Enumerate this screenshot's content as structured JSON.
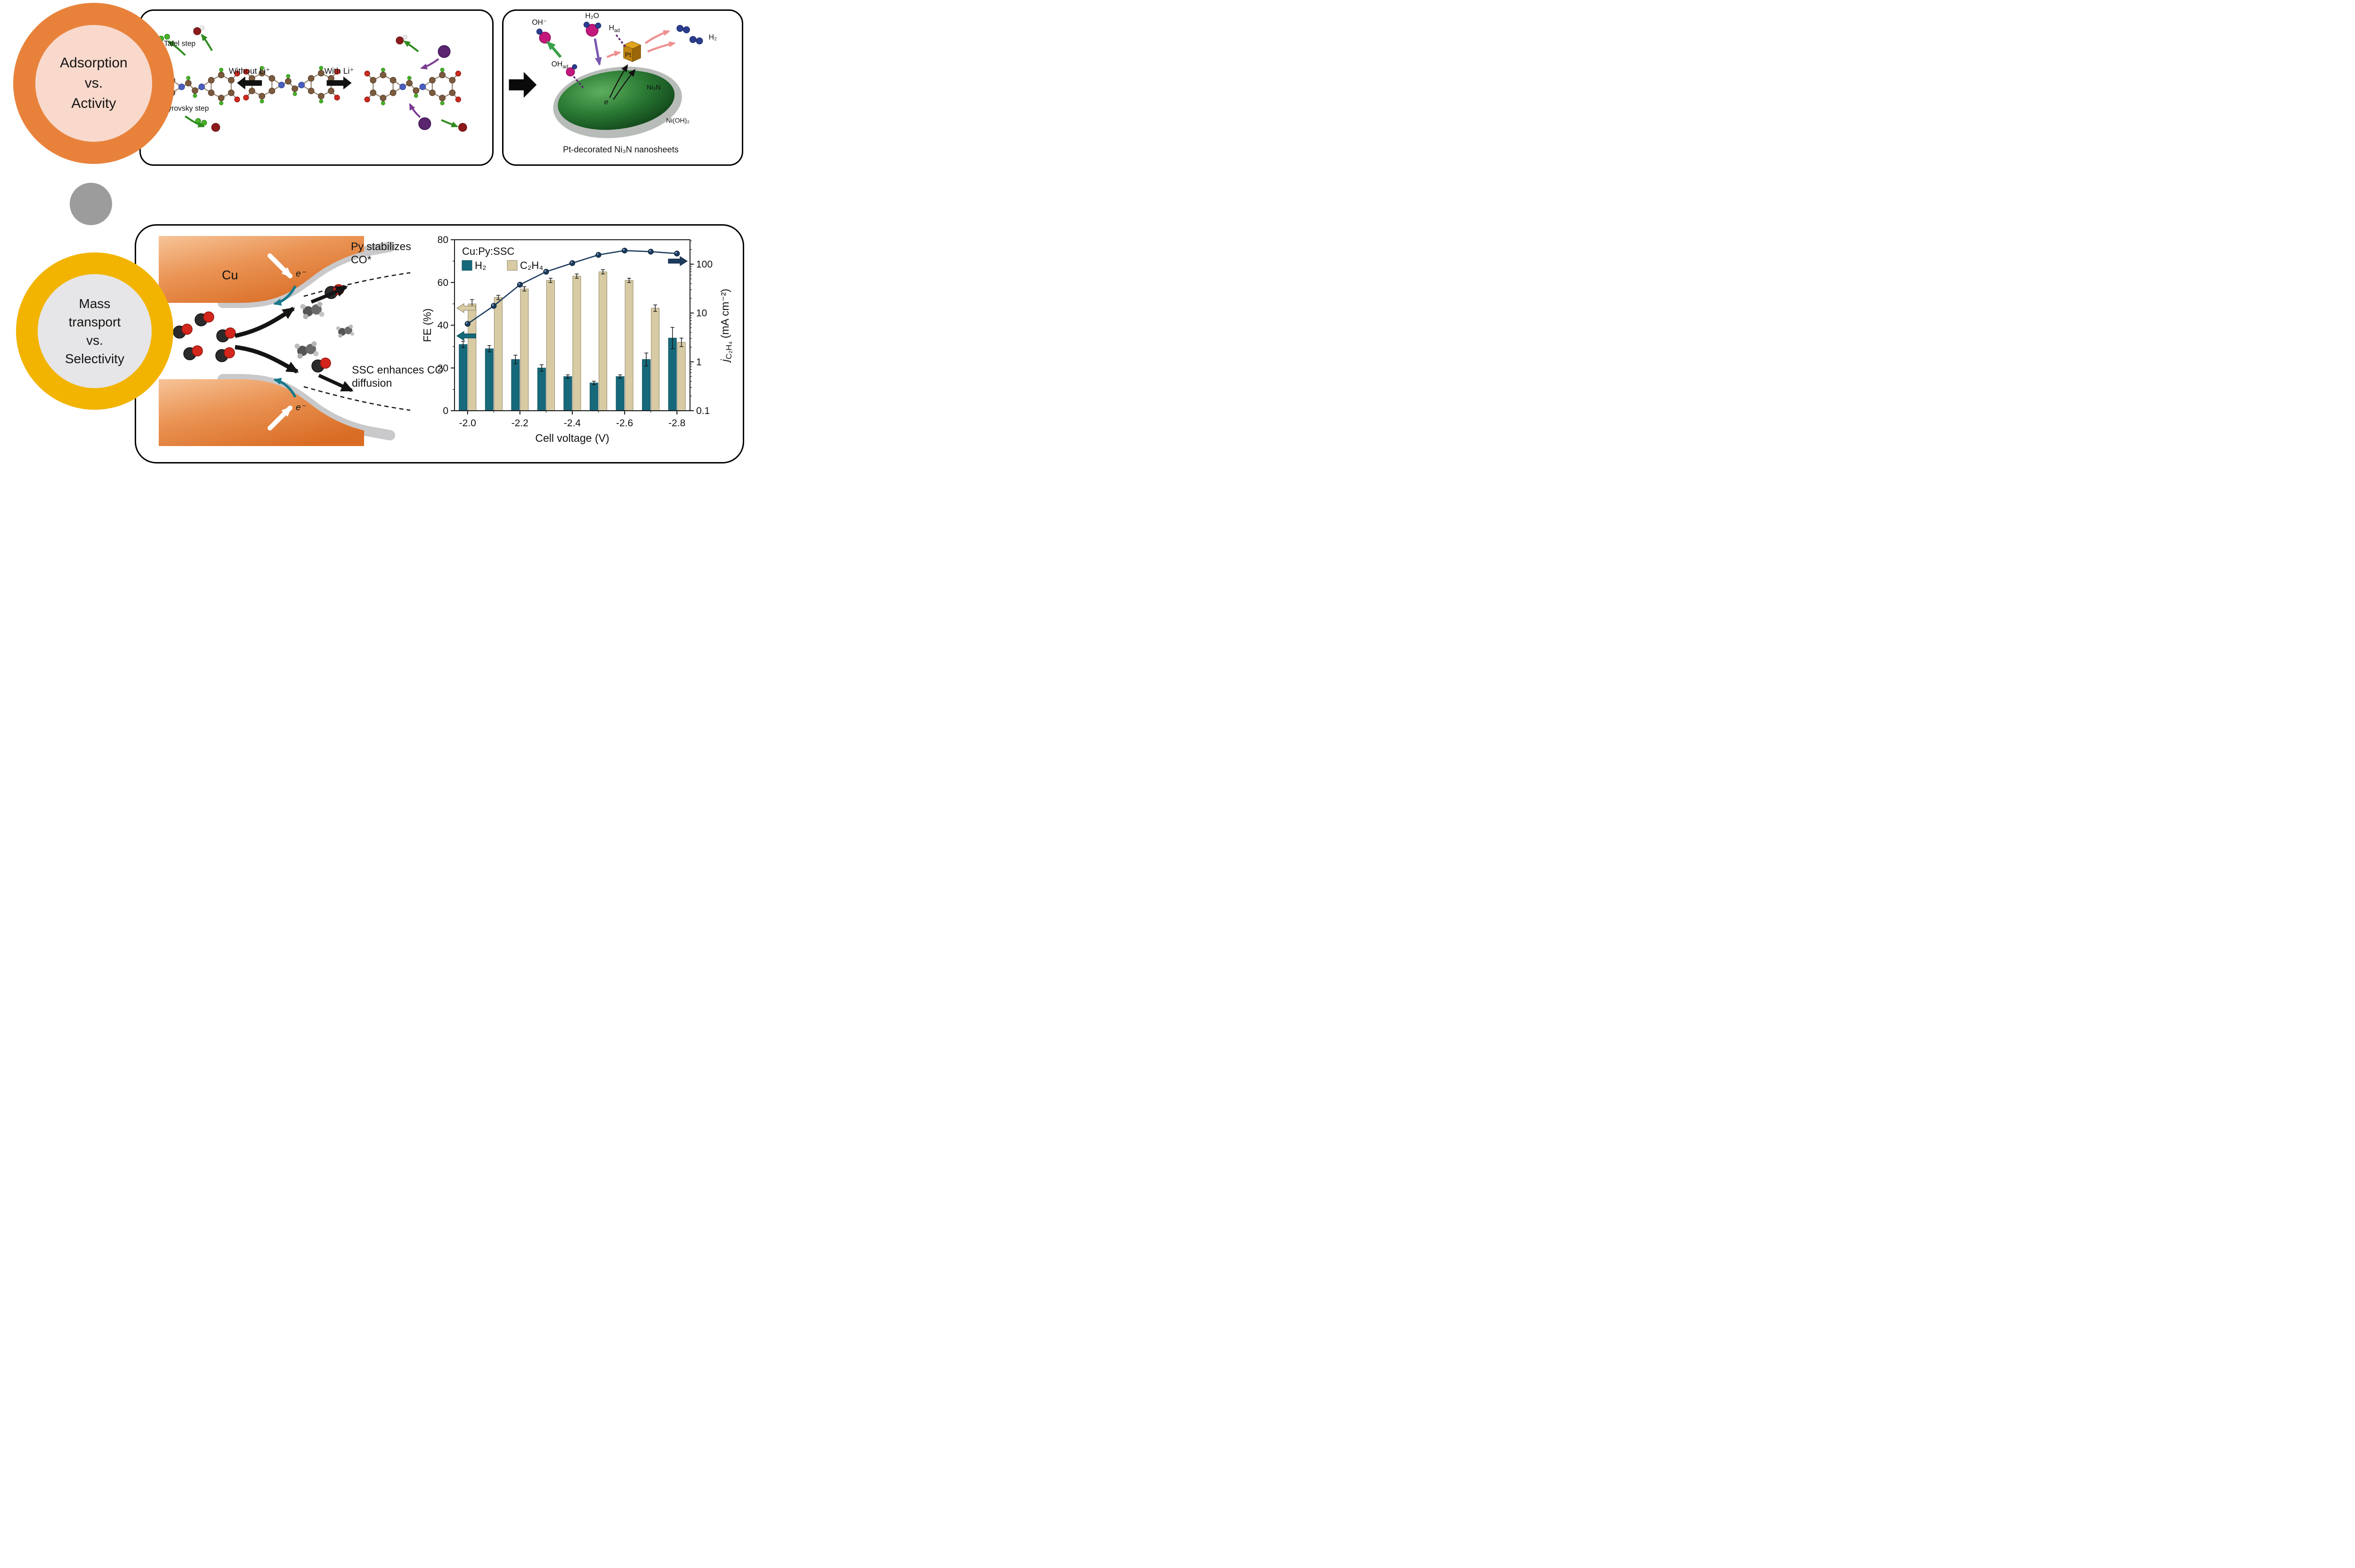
{
  "bubble_top": {
    "lines": [
      "Adsorption",
      "vs.",
      "Activity"
    ]
  },
  "bubble_bottom": {
    "lines": [
      "Mass",
      "transport",
      "vs.",
      "Selectivity"
    ]
  },
  "panel_li": {
    "tafel": "Tafel step",
    "heyrovsky": "Heyrovsky step",
    "without_li": "Without Li⁺",
    "with_li": "With Li⁺"
  },
  "panel_pt": {
    "oh": "OH⁻",
    "h2o": "H₂O",
    "had_main": "H",
    "had_sub": "ad",
    "ohad_main": "OH",
    "ohad_sub": "ad",
    "h2": "H₂",
    "pt": "Pt",
    "e": "e",
    "ni3n": "Ni₃N",
    "nioh2": "Ni(OH)₂",
    "caption": "Pt-decorated Ni₃N nanosheets"
  },
  "panel_co": {
    "cu": "Cu",
    "e1": "e⁻",
    "e2": "e⁻",
    "py_note": "Py stabilizes CO*",
    "ssc_note": "SSC enhances CO diffusion"
  },
  "chart_data": {
    "type": "bar",
    "legend_title": "Cu:Py:SSC",
    "legend_position": "top-left",
    "grid": false,
    "categories": [
      "-2.0",
      "-2.1",
      "-2.2",
      "-2.3",
      "-2.4",
      "-2.5",
      "-2.6",
      "-2.7",
      "-2.8"
    ],
    "x_tick_labels": [
      "-2.0",
      "-2.2",
      "-2.4",
      "-2.6",
      "-2.8"
    ],
    "xlabel": "Cell voltage (V)",
    "ylabel_left": "FE (%)",
    "ylabel_right": {
      "italic_prefix": "j",
      "sub": "C₂H₄",
      "suffix": " (mA cm⁻²)"
    },
    "ylim_left": [
      0,
      80
    ],
    "y_ticks_left": [
      0,
      20,
      40,
      60,
      80
    ],
    "ylim_right_log": [
      0.1,
      316
    ],
    "y_ticks_right": [
      0.1,
      1,
      10,
      100
    ],
    "series": [
      {
        "name": "H₂",
        "type": "bar",
        "axis": "left",
        "color": "#16697A",
        "edge": "#0d4a57",
        "values": [
          31,
          29,
          24,
          20,
          16,
          13,
          16,
          24,
          34
        ],
        "errors": [
          1.5,
          1.5,
          2,
          1.5,
          0.8,
          0.8,
          0.8,
          3,
          5
        ]
      },
      {
        "name": "C₂H₄",
        "type": "bar",
        "axis": "left",
        "color": "#D8CBA4",
        "edge": "#8f8568",
        "values": [
          50,
          53,
          57,
          61,
          63,
          65,
          61,
          48,
          32
        ],
        "errors": [
          2,
          1,
          1,
          1,
          1,
          1,
          1,
          1.5,
          2
        ]
      },
      {
        "name": "j(C₂H₄)",
        "type": "line",
        "axis": "right",
        "color": "#1C3B5E",
        "values": [
          6,
          14,
          38,
          70,
          105,
          155,
          190,
          180,
          165
        ]
      }
    ],
    "annotations": {
      "arrows": [
        {
          "dir": "left",
          "color": "#D8CBA4",
          "edge": "#8f8568",
          "y_fe": 48
        },
        {
          "dir": "left",
          "color": "#16697A",
          "edge": "#0d4a57",
          "y_fe": 35
        },
        {
          "dir": "right",
          "color": "#1C3B5E",
          "edge": "#122843",
          "y_fe": 70
        }
      ]
    }
  }
}
